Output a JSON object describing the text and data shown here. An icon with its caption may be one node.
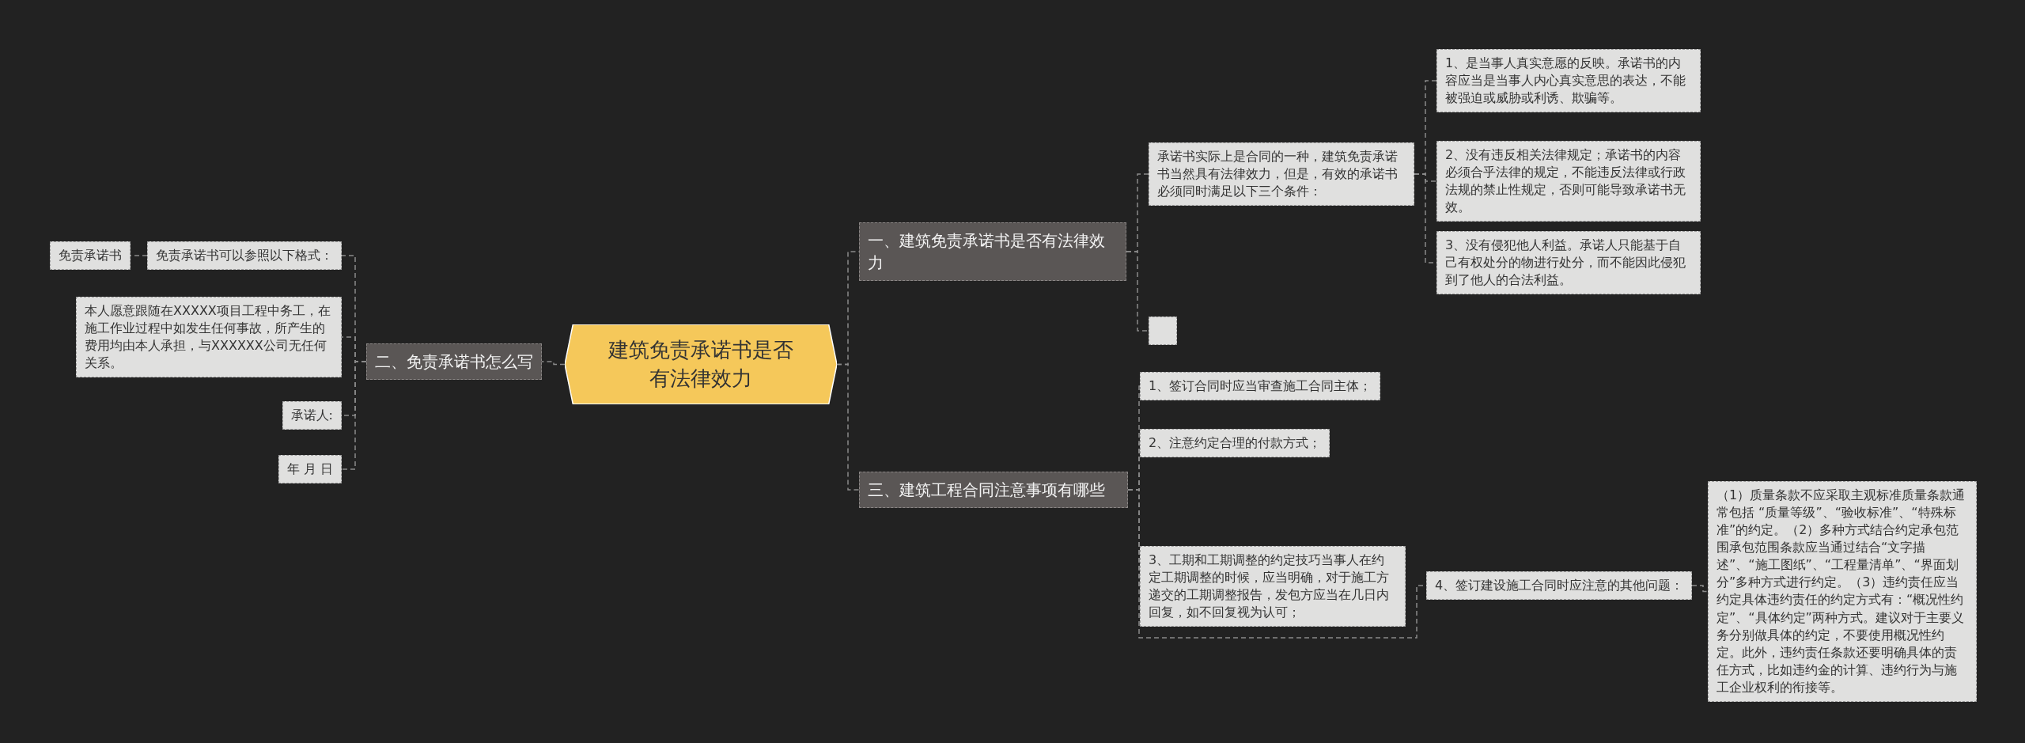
{
  "diagram": {
    "nodes": [
      {
        "text": [
          "建筑免责承诺书是否有法律效力"
        ]
      },
      {
        "text": [
          "一、建筑免责承诺书是否有法律效力"
        ]
      },
      {
        "text": [
          "承诺书实际上是合同的一种，建筑免责承诺书当然具有法律效力，但是，有效的承诺书必须同时满足以下三个条件："
        ]
      },
      {
        "text": [
          "1、是当事人真实意愿的反映。承诺书的内容应当是当事人内心真实意思的表达，不能被强迫或威胁或利诱、欺骗等。"
        ]
      },
      {
        "text": [
          "2、没有违反相关法律规定；承诺书的内容必须合乎法律的规定，不能违反法律或行政法规的禁止性规定，否则可能导致承诺书无效。"
        ]
      },
      {
        "text": [
          "3、没有侵犯他人利益。承诺人只能基于自己有权处分的物进行处分，而不能因此侵犯到了他人的合法利益。"
        ]
      },
      {
        "text": [],
        "shape": "box"
      },
      {
        "text": [
          "三、建筑工程合同注意事项有哪些"
        ]
      },
      {
        "text": [
          "1、签订合同时应当审查施工合同主体；"
        ]
      },
      {
        "text": [
          "2、注意约定合理的付款方式；"
        ]
      },
      {
        "text": [
          "3、工期和工期调整的约定技巧当事人在约定工期调整的时候，应当明确，对于施工方递交的工期调整报告，发包方应当在几日内回复，如不回复视为认可；"
        ]
      },
      {
        "text": [
          "4、签订建设施工合同时应注意的其他问题："
        ]
      },
      {
        "text": [
          "（1）质量条款不应采取主观标准质量条款通常包括 “质量等级”、“验收标准”、“特殊标准”的约定。（2）多种方式结合约定承包范围承包范围条款应当通过结合“文字描述”、“施工图纸”、“工程量清单”、“界面划分”多种方式进行约定。（3）违约责任应当约定具体违约责任的约定方式有：“概况性约定”、“具体约定”两种方式。建议对于主要义务分别做具体的约定，不要使用概况性约定。此外，违约责任条款还要明确具体的责任方式，比如违约金的计算、违约行为与施工企业权利的衔接等。"
        ]
      },
      {
        "text": [
          "二、免责承诺书怎么写"
        ]
      },
      {
        "text": [
          "免责承诺书可以参照以下格式："
        ]
      },
      {
        "text": [
          "免责承诺书"
        ]
      },
      {
        "text": [
          "本人愿意跟随在XXXXX项目工程中务工，在施工作业过程中如发生任何事故，所产生的费用均由本人承担，与XXXXXX公司无任何关系。"
        ]
      },
      {
        "text": [
          "承诺人:"
        ]
      },
      {
        "text": [
          "年 月 日"
        ]
      }
    ],
    "edges": [
      {
        "from": 0,
        "to": 1,
        "arrow": "none"
      },
      {
        "from": 0,
        "to": 7,
        "arrow": "none"
      },
      {
        "from": 0,
        "to": 13,
        "arrow": "none"
      },
      {
        "from": 1,
        "to": 2,
        "arrow": "none"
      },
      {
        "from": 1,
        "to": 6,
        "arrow": "none"
      },
      {
        "from": 2,
        "to": 3,
        "arrow": "none"
      },
      {
        "from": 2,
        "to": 4,
        "arrow": "none"
      },
      {
        "from": 2,
        "to": 5,
        "arrow": "none"
      },
      {
        "from": 7,
        "to": 8,
        "arrow": "none"
      },
      {
        "from": 7,
        "to": 9,
        "arrow": "none"
      },
      {
        "from": 7,
        "to": 10,
        "arrow": "none"
      },
      {
        "from": 7,
        "to": 11,
        "arrow": "none"
      },
      {
        "from": 11,
        "to": 12,
        "arrow": "none"
      },
      {
        "from": 13,
        "to": 14,
        "arrow": "none"
      },
      {
        "from": 13,
        "to": 16,
        "arrow": "none"
      },
      {
        "from": 13,
        "to": 17,
        "arrow": "none"
      },
      {
        "from": 13,
        "to": 18,
        "arrow": "none"
      },
      {
        "from": 14,
        "to": 15,
        "arrow": "none"
      }
    ]
  }
}
